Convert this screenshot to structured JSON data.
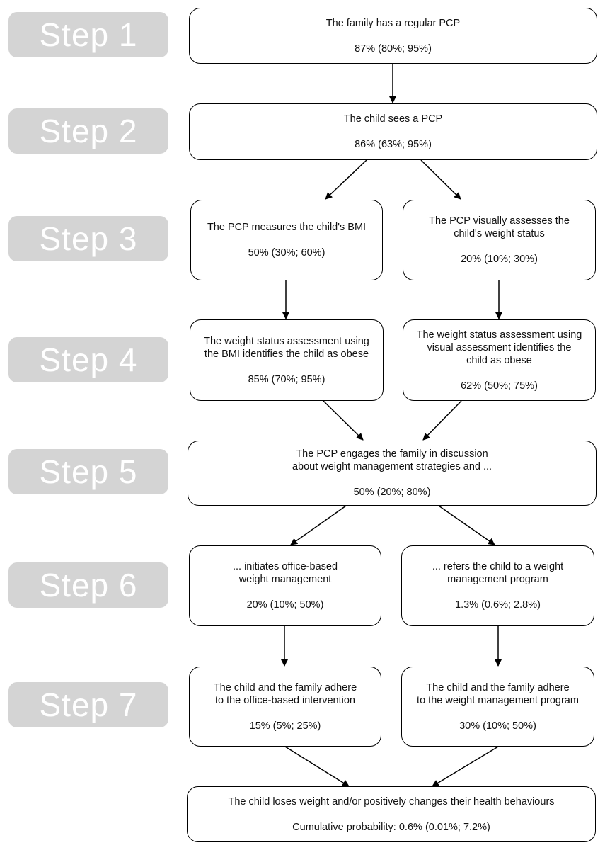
{
  "steps": [
    "Step 1",
    "Step 2",
    "Step 3",
    "Step 4",
    "Step 5",
    "Step 6",
    "Step 7"
  ],
  "boxes": {
    "s1": {
      "text": "The family has a regular PCP",
      "prob": "87% (80%; 95%)"
    },
    "s2": {
      "text": "The child sees a PCP",
      "prob": "86% (63%; 95%)"
    },
    "s3a": {
      "text": "The PCP measures the child's BMI",
      "prob": "50% (30%; 60%)"
    },
    "s3b": {
      "text": "The PCP visually assesses the\nchild's weight status",
      "prob": "20% (10%; 30%)"
    },
    "s4a": {
      "text": "The weight status assessment using\nthe BMI identifies the child as obese",
      "prob": "85% (70%; 95%)"
    },
    "s4b": {
      "text": "The weight status assessment using\nvisual assessment identifies the\nchild as obese",
      "prob": "62% (50%; 75%)"
    },
    "s5": {
      "text": "The PCP engages the family in discussion\nabout weight management strategies and ...",
      "prob": "50% (20%; 80%)"
    },
    "s6a": {
      "text": "... initiates office-based\nweight management",
      "prob": "20% (10%; 50%)"
    },
    "s6b": {
      "text": "... refers the child to a weight\nmanagement program",
      "prob": "1.3% (0.6%; 2.8%)"
    },
    "s7a": {
      "text": "The child and the family adhere\nto the office-based intervention",
      "prob": "15% (5%; 25%)"
    },
    "s7b": {
      "text": "The child and the family adhere\nto the weight management program",
      "prob": "30% (10%; 50%)"
    },
    "final": {
      "text": "The child loses weight and/or positively changes their health behaviours",
      "prob": "Cumulative probability: 0.6% (0.01%; 7.2%)"
    }
  }
}
